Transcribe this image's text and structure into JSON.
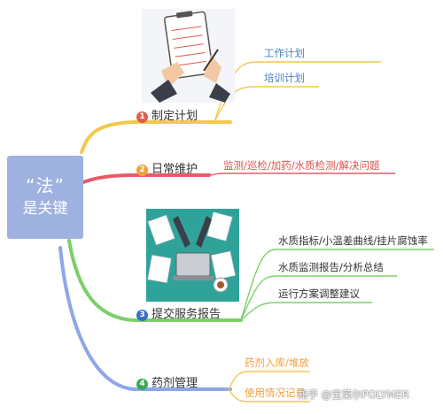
{
  "central": {
    "quote": "“法”",
    "subtitle": "是关键"
  },
  "branches": [
    {
      "num": "1",
      "label": "制定计划",
      "color": "#f2c94c",
      "badge_color": "#e25a4a",
      "children": [
        "工作计划",
        "培训计划"
      ],
      "child_color": "#4a7fc1"
    },
    {
      "num": "2",
      "label": "日常维护",
      "color": "#e65a6a",
      "badge_color": "#f2a03a",
      "children": [
        "监测/巡检/加药/水质检测/解决问题"
      ],
      "child_color": "#d9534f"
    },
    {
      "num": "3",
      "label": "提交服务报告",
      "color": "#7ccf6a",
      "badge_color": "#3a6fc4",
      "children": [
        "水质指标/小温差曲线/挂片腐蚀率",
        "水质监测报告/分析总结",
        "运行方案调整建议"
      ],
      "child_color": "#333333"
    },
    {
      "num": "4",
      "label": "药剂管理",
      "color": "#8fa6e8",
      "badge_color": "#3aa856",
      "children": [
        "药剂入库/堆放",
        "使用情况记录"
      ],
      "child_color": "#f2a03a"
    }
  ],
  "watermark": "知乎 @宝莱尔POLYMER"
}
